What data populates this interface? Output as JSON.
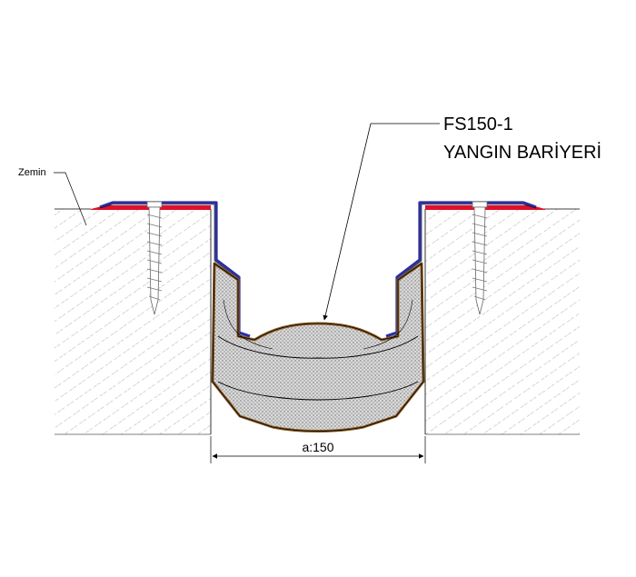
{
  "labels": {
    "ground": "Zemin",
    "product_code": "FS150-1",
    "product_name": "YANGIN BARİYERİ",
    "dimension": "a:150"
  },
  "colors": {
    "membrane_blue": "#2a2f9e",
    "seal_red": "#e0102a",
    "barrier_brown": "#8a5a22",
    "outline": "#000000",
    "hatch": "#888888"
  },
  "icons": {
    "fastener": "screw-icon"
  }
}
